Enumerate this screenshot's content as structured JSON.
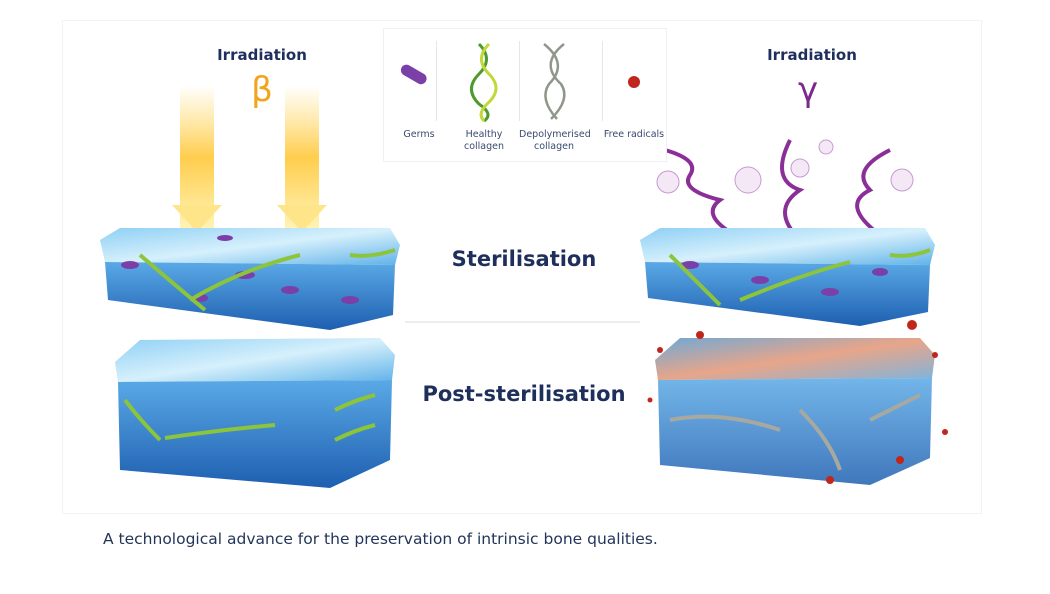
{
  "left": {
    "title": "Irradiation",
    "symbol": "β",
    "symbol_color": "#f2a51c"
  },
  "right": {
    "title": "Irradiation",
    "symbol": "γ",
    "symbol_color": "#7a2a8c"
  },
  "legend": [
    {
      "label": "Germs",
      "icon": "germ-icon"
    },
    {
      "label": "Healthy collagen",
      "icon": "healthy-collagen-icon"
    },
    {
      "label": "Depolymerised collagen",
      "icon": "depolymerised-collagen-icon"
    },
    {
      "label": "Free radicals",
      "icon": "free-radical-icon"
    }
  ],
  "stages": {
    "sterilisation": "Sterilisation",
    "post": "Post-sterilisation"
  },
  "caption": "A technological advance for the preservation of intrinsic bone qualities.",
  "colors": {
    "text": "#1f2f5c",
    "bone": "#4aa3e0",
    "germ": "#7b3fa8",
    "radical": "#c0261b"
  }
}
